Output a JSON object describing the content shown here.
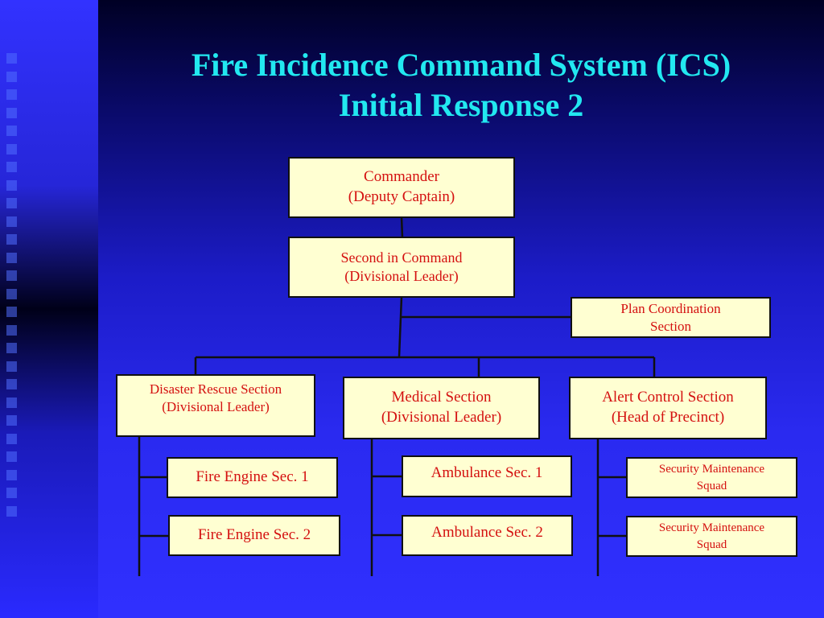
{
  "title": {
    "line1": "Fire Incidence Command System (ICS)",
    "line2": "Initial Response 2"
  },
  "nodes": {
    "commander": {
      "line1": "Commander",
      "line2": "(Deputy Captain)"
    },
    "second": {
      "line1": "Second in Command",
      "line2": "(Divisional Leader)"
    },
    "plan": {
      "line1": "Plan Coordination",
      "line2": "Section"
    },
    "disaster": {
      "line1": "Disaster Rescue Section",
      "line2": "(Divisional Leader)"
    },
    "medical": {
      "line1": "Medical Section",
      "line2": "(Divisional Leader)"
    },
    "alert": {
      "line1": "Alert Control Section",
      "line2": "(Head of Precinct)"
    },
    "fire1": {
      "label": "Fire Engine Sec. 1"
    },
    "fire2": {
      "label": "Fire Engine Sec. 2"
    },
    "amb1": {
      "label": "Ambulance Sec. 1"
    },
    "amb2": {
      "label": "Ambulance Sec. 2"
    },
    "sec1": {
      "line1": "Security Maintenance",
      "line2": "Squad"
    },
    "sec2": {
      "line1": "Security Maintenance",
      "line2": "Squad"
    }
  },
  "colors": {
    "title": "#22e8f0",
    "box_fill": "#ffffd2",
    "box_text": "#d41010",
    "line": "#101010"
  }
}
